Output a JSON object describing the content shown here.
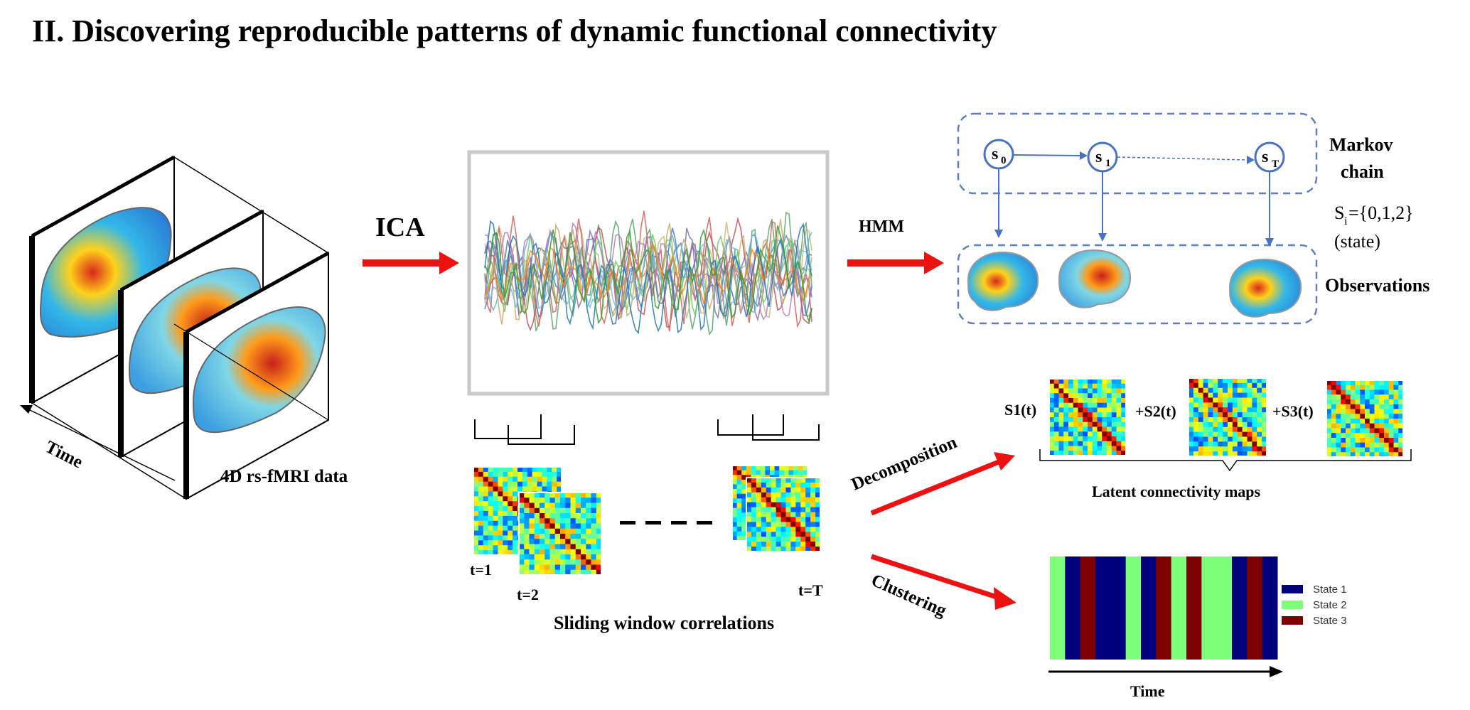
{
  "title": "II. Discovering reproducible patterns of dynamic functional connectivity",
  "fmri": {
    "time_label": "Time",
    "data_label": "4D rs-fMRI data"
  },
  "ica_label": "ICA",
  "hmm": {
    "label": "HMM",
    "states": [
      {
        "base": "s",
        "sub": "0"
      },
      {
        "base": "s",
        "sub": "1"
      },
      {
        "base": "s",
        "sub": "T"
      }
    ],
    "markov_label_1": "Markov",
    "markov_label_2": "chain",
    "state_def_prefix": "S",
    "state_def_sub": "i",
    "state_def_suffix": "={0,1,2}",
    "state_def_note": "(state)",
    "observations_label": "Observations"
  },
  "sliding": {
    "labels": [
      "t=1",
      "t=2",
      "t=T"
    ],
    "dashes": "- - - -",
    "caption": "Sliding window correlations"
  },
  "decomposition": {
    "arrow_label": "Decomposition",
    "terms": [
      "S1(t)",
      "+S2(t)",
      "+S3(t)"
    ],
    "caption": "Latent connectivity maps"
  },
  "clustering": {
    "arrow_label": "Clustering",
    "time_label": "Time",
    "legend": [
      {
        "label": "State 1",
        "color": "#00007f"
      },
      {
        "label": "State 2",
        "color": "#7dff7a"
      },
      {
        "label": "State 3",
        "color": "#7f0000"
      }
    ],
    "sequence": [
      2,
      1,
      3,
      1,
      1,
      2,
      1,
      3,
      2,
      3,
      2,
      2,
      1,
      3,
      1
    ]
  },
  "colors": {
    "arrow_red": "#ee1111",
    "hmm_blue": "#4a72c4",
    "dash_blue": "#5b7fc0"
  }
}
